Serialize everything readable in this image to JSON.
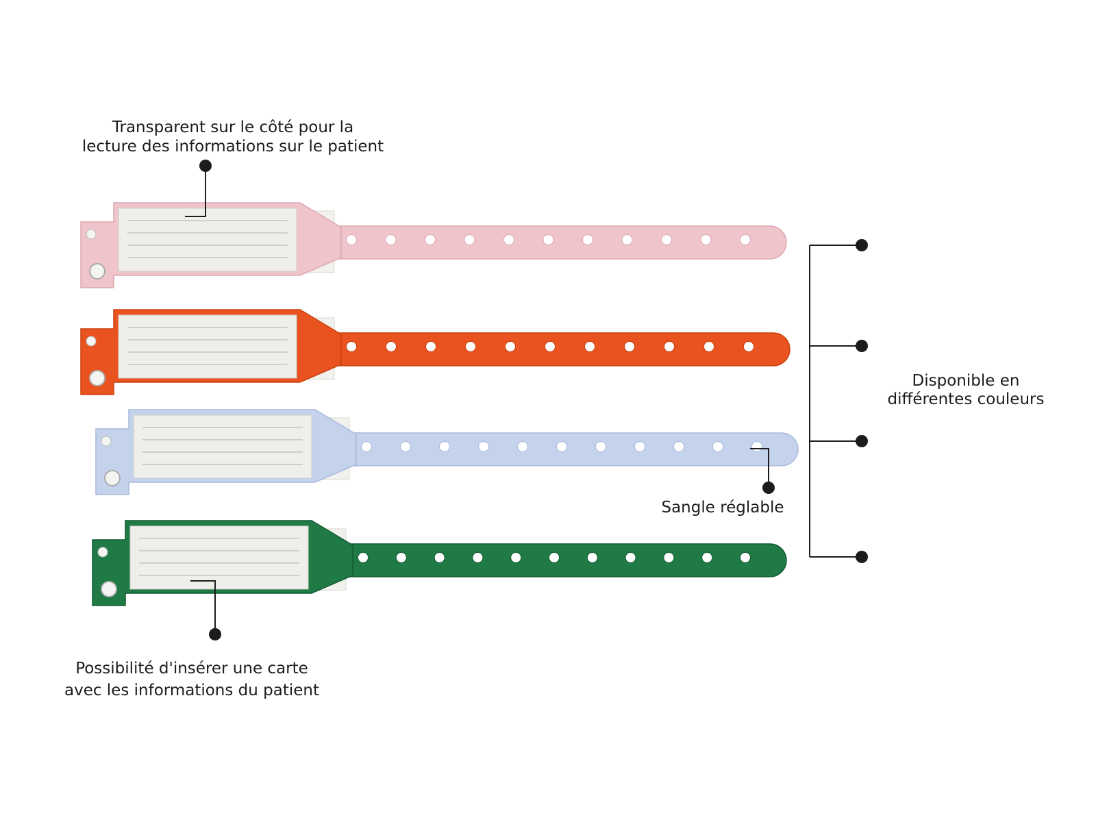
{
  "callouts": {
    "transparent": {
      "line1": "Transparent sur le côté pour la",
      "line2": "lecture des informations sur le patient"
    },
    "insert": {
      "line1": "Possibilité d'insérer une carte",
      "line2": "avec les informations du patient"
    },
    "colors": {
      "line1": "Disponible en",
      "line2": "différentes couleurs"
    },
    "strap": {
      "line1": "Sangle réglable"
    }
  },
  "bands": [
    {
      "color": "#efc4cb",
      "dark": "#dca7b0"
    },
    {
      "color": "#e8531f",
      "dark": "#c9410f"
    },
    {
      "color": "#c4d2ec",
      "dark": "#a8b9dc"
    },
    {
      "color": "#1f7a45",
      "dark": "#125a30"
    }
  ],
  "colors": {
    "text": "#1c1c1c",
    "line": "#1c1c1c",
    "card": "#eeeeea",
    "dot": "#1c1c1c"
  }
}
